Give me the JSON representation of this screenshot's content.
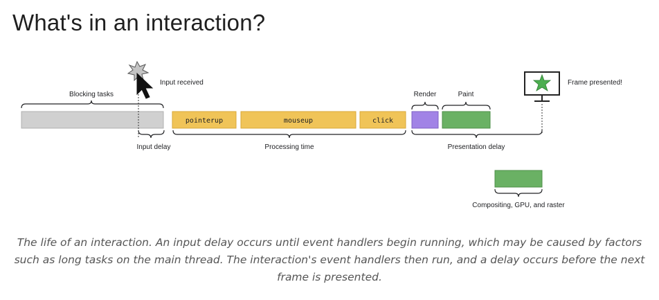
{
  "title": "What's in an interaction?",
  "diagram": {
    "labels": {
      "blocking_tasks": "Blocking tasks",
      "input_received": "Input received",
      "input_delay": "Input delay",
      "processing_time": "Processing time",
      "render": "Render",
      "paint": "Paint",
      "presentation_delay": "Presentation delay",
      "frame_presented": "Frame presented!",
      "compositing": "Compositing, GPU, and raster"
    },
    "events": {
      "pointerup": "pointerup",
      "mouseup": "mouseup",
      "click": "click"
    },
    "colors": {
      "blocking": "#d0d0d0",
      "event": "#f0c458",
      "render": "#a183e6",
      "paint": "#6ab164",
      "star": "#4caf50"
    },
    "icons": [
      "cursor-icon",
      "input-burst-icon",
      "monitor-icon",
      "star-icon"
    ]
  },
  "caption": "The life of an interaction. An input delay occurs until event handlers begin running, which may be caused by factors such as long tasks on the main thread. The interaction's event handlers then run, and a delay occurs before the next frame is presented."
}
